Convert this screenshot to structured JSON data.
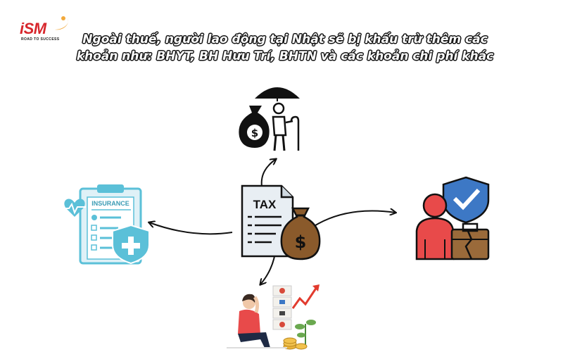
{
  "logo": {
    "brand": "iSM",
    "tagline": "ROAD TO SUCCESS",
    "colors": {
      "brand": "#d7262c",
      "swoosh": "#f2a93b"
    }
  },
  "title": {
    "line1": "Ngoài thuế, người lao động tại Nhật  sẽ bị khấu trừ thêm các",
    "line2": "khoản như: BHYT,  BH Hưu Trí, BHTN và các khoản chi phí khác"
  },
  "center": {
    "icon": "tax-document-money-bag-icon",
    "document_label": "TAX"
  },
  "branches": [
    {
      "icon": "pension-elderly-umbrella-icon"
    },
    {
      "icon": "health-insurance-clipboard-icon",
      "form_label": "INSURANCE"
    },
    {
      "icon": "unemployed-person-shield-icon"
    },
    {
      "icon": "stressed-woman-expenses-icon"
    }
  ],
  "colors": {
    "ink": "#111111",
    "insurance_blue": "#5bc0d8",
    "person_red": "#e84a4a",
    "shield_blue": "#3d78c5"
  }
}
